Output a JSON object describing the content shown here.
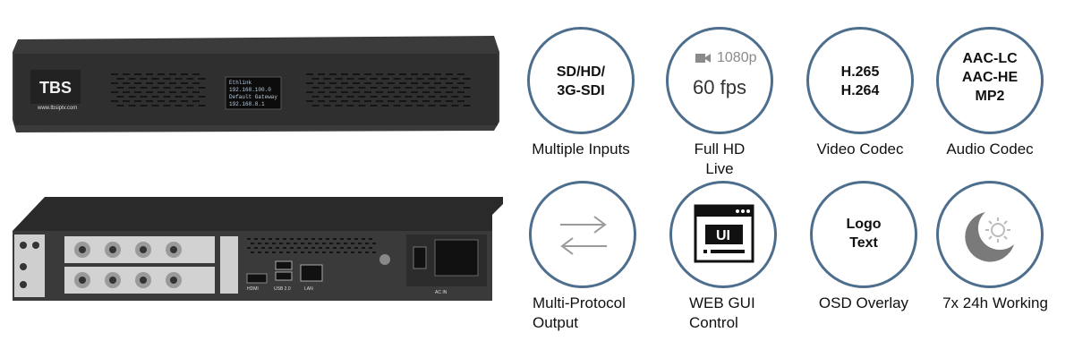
{
  "front_panel": {
    "brand_logo": "TBS",
    "website": "www.tbsiptv.com",
    "display_lines": [
      "Ethlink",
      "192.168.100.0",
      "Default Gateway",
      "192.168.8.1"
    ]
  },
  "rear_panel": {
    "port_labels": {
      "hdmi": "HDMI",
      "usb": "USB 2.0",
      "lan": "LAN",
      "ac": "AC IN"
    }
  },
  "features": [
    {
      "id": "inputs",
      "circle_lines": [
        "SD/HD/",
        "3G-SDI"
      ],
      "caption_lines": [
        "Multiple Inputs"
      ]
    },
    {
      "id": "fullhd",
      "resolution": "1080p",
      "fps": "60 fps",
      "caption_lines": [
        "Full HD",
        "Live"
      ]
    },
    {
      "id": "video",
      "circle_lines": [
        "H.265",
        "H.264"
      ],
      "caption_lines": [
        "Video Codec"
      ]
    },
    {
      "id": "audio",
      "circle_lines": [
        "AAC-LC",
        "AAC-HE",
        "MP2"
      ],
      "caption_lines": [
        "Audio Codec"
      ]
    },
    {
      "id": "protocol",
      "icon": "swap-arrows-icon",
      "caption_lines": [
        "Multi-Protocol",
        "Output"
      ]
    },
    {
      "id": "webgui",
      "icon": "web-ui-icon",
      "icon_text": "UI",
      "caption_lines": [
        "WEB GUI",
        "Control"
      ]
    },
    {
      "id": "osd",
      "circle_lines": [
        "Logo",
        "Text"
      ],
      "caption_lines": [
        "OSD Overlay"
      ]
    },
    {
      "id": "uptime",
      "icon": "day-night-icon",
      "caption_lines": [
        "7x 24h Working"
      ]
    }
  ],
  "colors": {
    "circle_border": "#4e6e8e",
    "chassis": "#3a3a3a",
    "icon_gray": "#8a8a8a"
  }
}
